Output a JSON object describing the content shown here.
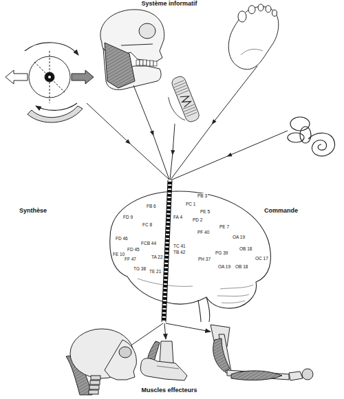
{
  "diagram": {
    "title": "Système informatif",
    "labels": [
      "Synthèse",
      "Commande",
      "PB 3",
      "FB 6",
      "PC 1",
      "PE 5",
      "FD 9",
      "FC 8",
      "FA 4",
      "PD 2",
      "PE 7",
      "FD 46",
      "PF 40",
      "OA 19",
      "PG 39",
      "FCB 44",
      "FD 45",
      "FE 10",
      "OB 18",
      "FF 47",
      "OC 17",
      "TA 22",
      "TC 41",
      "TB 42",
      "TG 38",
      "PH 37",
      "OA 19",
      "OB 18",
      "TE 21",
      "Muscles effecteurs"
    ]
  }
}
